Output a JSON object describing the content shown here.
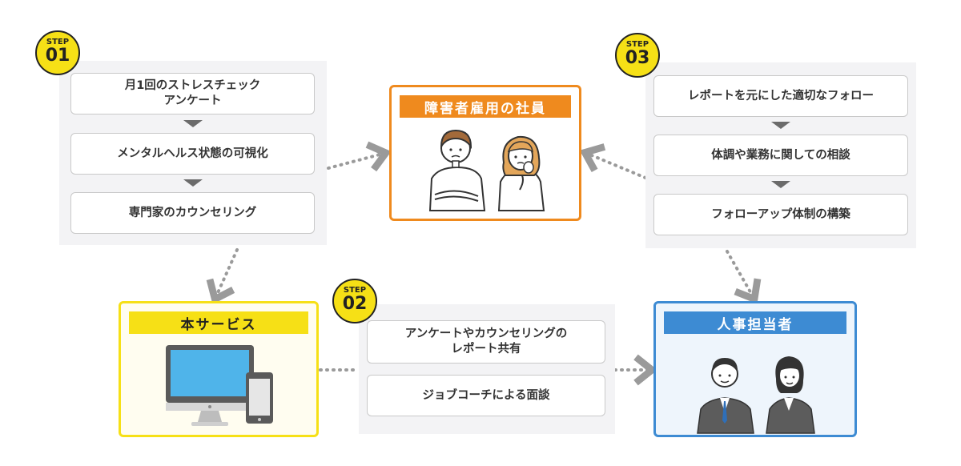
{
  "step1": {
    "badge_label": "STEP",
    "badge_num": "01",
    "items": [
      "月1回のストレスチェック\nアンケート",
      "メンタルヘルス状態の可視化",
      "専門家のカウンセリング"
    ]
  },
  "step2": {
    "badge_label": "STEP",
    "badge_num": "02",
    "items": [
      "アンケートやカウンセリングの\nレポート共有",
      "ジョブコーチによる面談"
    ]
  },
  "step3": {
    "badge_label": "STEP",
    "badge_num": "03",
    "items": [
      "レポートを元にした適切なフォロー",
      "体調や業務に関しての相談",
      "フォローアップ体制の構築"
    ]
  },
  "employees": {
    "title": "障害者雇用の社員"
  },
  "service": {
    "title": "本サービス"
  },
  "hr": {
    "title": "人事担当者"
  },
  "colors": {
    "orange": "#ef8a1e",
    "yellow": "#f6e016",
    "blue": "#3d8bd3",
    "arrow": "#9a9a9a"
  }
}
